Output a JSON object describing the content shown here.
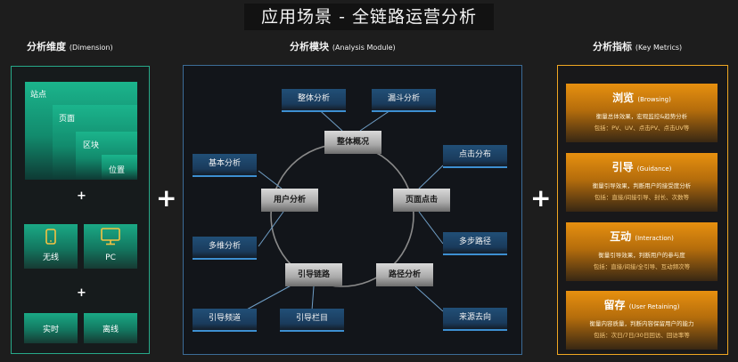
{
  "title": "应用场景 - 全链路运营分析",
  "dimension": {
    "heading": "分析维度",
    "heading_en": "(Dimension)",
    "layers": [
      "站点",
      "页面",
      "区块",
      "位置"
    ],
    "plus": "+",
    "devices": [
      {
        "icon": "mobile-icon",
        "label": "无线"
      },
      {
        "icon": "monitor-icon",
        "label": "PC"
      }
    ],
    "times": [
      "实时",
      "离线"
    ]
  },
  "module": {
    "heading": "分析模块",
    "heading_en": "(Analysis Module)",
    "top": [
      "整体分析",
      "漏斗分析"
    ],
    "left": [
      "基本分析",
      "多维分析"
    ],
    "right": [
      "点击分布",
      "多步路径"
    ],
    "bottom": [
      "引导频道",
      "引导栏目",
      "来源去向"
    ],
    "core": [
      "整体概况",
      "用户分析",
      "页面点击",
      "引导链路",
      "路径分析"
    ]
  },
  "metrics": {
    "heading": "分析指标",
    "heading_en": "(Key Metrics)",
    "items": [
      {
        "title": "浏览",
        "title_en": "(Browsing)",
        "line1": "衡量总体效果，宏观监控&趋势分析",
        "line2": "包括：PV、UV、点击PV、点击UV等"
      },
      {
        "title": "引导",
        "title_en": "(Guidance)",
        "line1": "衡量引导效果，判断用户的接受度分析",
        "line2": "包括：直接/间接引导、封长、次数等"
      },
      {
        "title": "互动",
        "title_en": "(Interaction)",
        "line1": "衡量引导效果，判断用户的参与度",
        "line2": "包括：直接/间接/全引导、互动频次等"
      },
      {
        "title": "留存",
        "title_en": "(User Retaining)",
        "line1": "衡量内容质量，判断内容保留用户的能力",
        "line2": "包括：次日/7日/30日回访、回访率等"
      }
    ]
  },
  "plus_signs": [
    "+",
    "+"
  ],
  "colors": {
    "green": "#1bb48c",
    "blue": "#3d8fd1",
    "orange": "#f0a722",
    "gray": "#bdbdbd"
  }
}
